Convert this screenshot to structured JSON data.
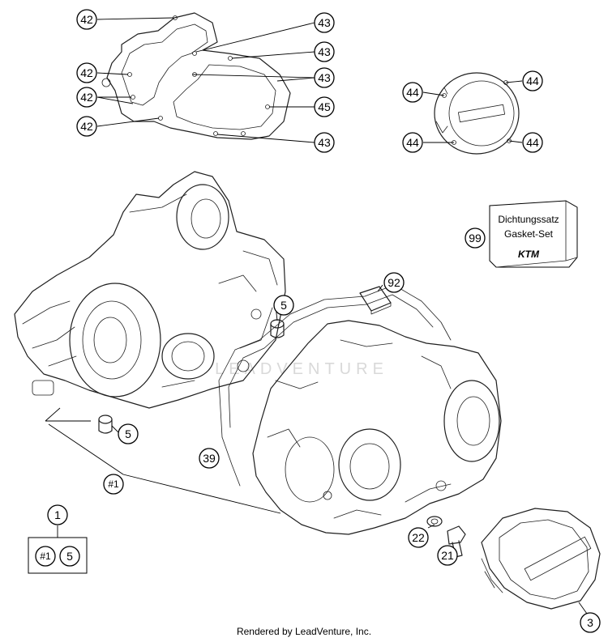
{
  "callouts": {
    "c42a": "42",
    "c42b": "42",
    "c42c": "42",
    "c42d": "42",
    "c43a": "43",
    "c43b": "43",
    "c43c": "43",
    "c43d": "43",
    "c45": "45",
    "c44a": "44",
    "c44b": "44",
    "c44c": "44",
    "c44d": "44",
    "c99": "99",
    "c92": "92",
    "c5a": "5",
    "c5b": "5",
    "c39": "39",
    "c1kit": "#1",
    "c22": "22",
    "c21": "21",
    "c3": "3",
    "c1": "1",
    "c1kitBox": "#1",
    "c5Box": "5"
  },
  "gasket_kit": {
    "line1": "Dichtungssatz",
    "line2": "Gasket-Set",
    "logo": "KTM"
  },
  "watermark": "LEADVENTURE",
  "footer": "Rendered by LeadVenture, Inc."
}
